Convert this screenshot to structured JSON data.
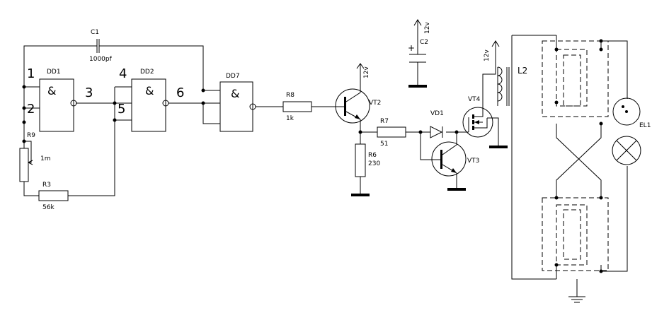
{
  "components": {
    "dd1": {
      "ref": "DD1",
      "symbol": "&"
    },
    "dd2": {
      "ref": "DD2",
      "symbol": "&"
    },
    "dd7": {
      "ref": "DD7",
      "symbol": "&"
    },
    "c1": {
      "ref": "C1",
      "value": "1000pf"
    },
    "c2": {
      "ref": "C2",
      "polarity": "+"
    },
    "r3": {
      "ref": "R3",
      "value": "56k"
    },
    "r9": {
      "ref": "R9",
      "value": "1m"
    },
    "r8": {
      "ref": "R8",
      "value": "1k"
    },
    "r7": {
      "ref": "R7",
      "value": "51"
    },
    "r6": {
      "ref": "R6",
      "value": "230"
    },
    "vt2": {
      "ref": "VT2"
    },
    "vt3": {
      "ref": "VT3"
    },
    "vt4": {
      "ref": "VT4"
    },
    "vd1": {
      "ref": "VD1"
    },
    "l2": {
      "ref": "L2"
    },
    "el1": {
      "ref": "EL1"
    }
  },
  "pins": {
    "p1": "1",
    "p2": "2",
    "p3": "3",
    "p4": "4",
    "p5": "5",
    "p6": "6"
  },
  "supply": {
    "vt2": "12v",
    "c2": "12v",
    "vt4": "12v"
  }
}
